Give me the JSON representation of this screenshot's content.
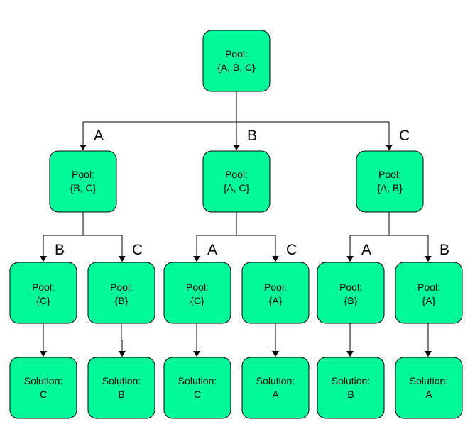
{
  "colors": {
    "node_fill": "#00FA9A",
    "stroke": "#000000",
    "background": "#FFFFFF"
  },
  "root": {
    "line1": "Pool:",
    "line2": "{A, B, C}"
  },
  "level1": [
    {
      "edge_label": "A",
      "line1": "Pool:",
      "line2": "{B, C}"
    },
    {
      "edge_label": "B",
      "line1": "Pool:",
      "line2": "{A, C}"
    },
    {
      "edge_label": "C",
      "line1": "Pool:",
      "line2": "{A, B}"
    }
  ],
  "level2": [
    {
      "edge_label": "B",
      "line1": "Pool:",
      "line2": "{C}"
    },
    {
      "edge_label": "C",
      "line1": "Pool:",
      "line2": "{B}"
    },
    {
      "edge_label": "A",
      "line1": "Pool:",
      "line2": "{C}"
    },
    {
      "edge_label": "C",
      "line1": "Pool:",
      "line2": "{A}"
    },
    {
      "edge_label": "A",
      "line1": "Pool:",
      "line2": "{B}"
    },
    {
      "edge_label": "B",
      "line1": "Pool:",
      "line2": "{A}"
    }
  ],
  "leaves": [
    {
      "line1": "Solution:",
      "line2": "C"
    },
    {
      "line1": "Solution:",
      "line2": "B"
    },
    {
      "line1": "Solution:",
      "line2": "C"
    },
    {
      "line1": "Solution:",
      "line2": "A"
    },
    {
      "line1": "Solution:",
      "line2": "B"
    },
    {
      "line1": "Solution:",
      "line2": "A"
    }
  ]
}
